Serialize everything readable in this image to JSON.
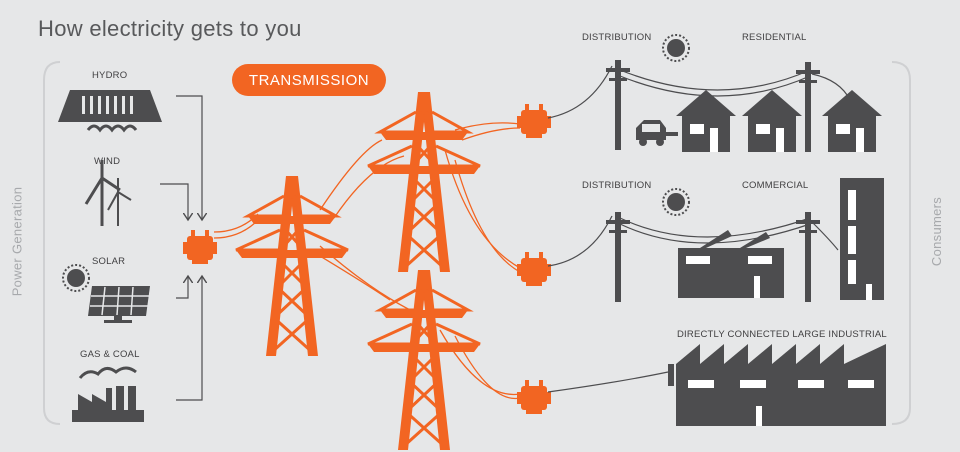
{
  "title": "How electricity gets to you",
  "transmission_label": "TRANSMISSION",
  "side_labels": {
    "left": "Power Generation",
    "right": "Consumers"
  },
  "generation": {
    "hydro": "HYDRO",
    "wind": "WIND",
    "solar": "SOLAR",
    "gas_coal": "GAS & COAL"
  },
  "consumers": {
    "distribution_top": "DISTRIBUTION",
    "residential": "RESIDENTIAL",
    "distribution_mid": "DISTRIBUTION",
    "commercial": "COMMERCIAL",
    "industrial": "DIRECTLY CONNECTED LARGE INDUSTRIAL"
  },
  "colors": {
    "accent": "#f26522",
    "dark": "#4d4d4f",
    "background": "#e6e7e8"
  }
}
